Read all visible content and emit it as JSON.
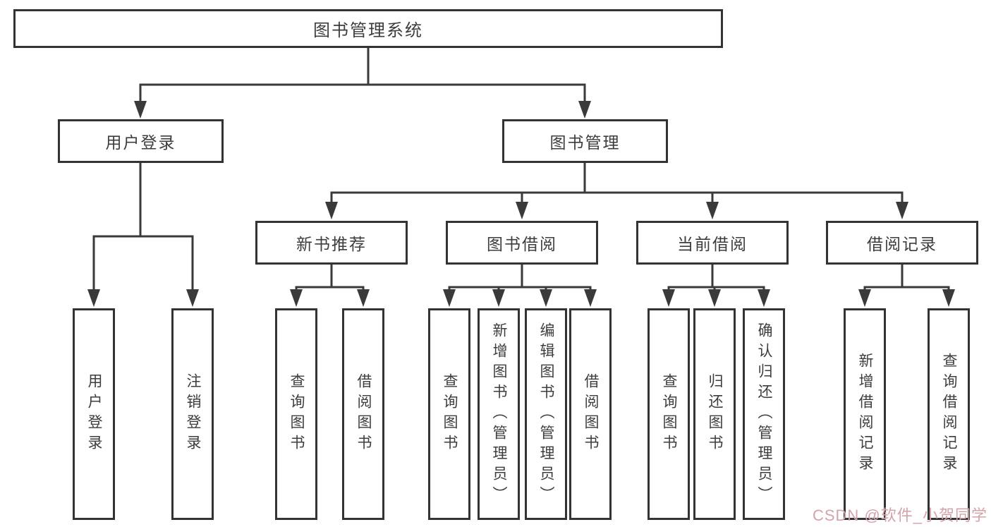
{
  "diagram": {
    "title": "图书管理系统",
    "type": "hierarchy-tree",
    "colors": {
      "border": "#333333",
      "line": "#3a3a3a",
      "text": "#3d3d3d",
      "background": "#ffffff",
      "watermark": "#d4a3a9"
    },
    "nodes": {
      "root": {
        "label": "图书管理系统"
      },
      "user_login": {
        "label": "用户登录"
      },
      "book_mgmt": {
        "label": "图书管理"
      },
      "new_book_rec": {
        "label": "新书推荐"
      },
      "book_borrow": {
        "label": "图书借阅"
      },
      "current_borrow": {
        "label": "当前借阅"
      },
      "borrow_records": {
        "label": "借阅记录"
      },
      "leaf_user_login": {
        "label": "用户登录"
      },
      "leaf_logout": {
        "label": "注销登录"
      },
      "leaf_query_book_rec": {
        "label": "查询图书"
      },
      "leaf_borrow_book_rec": {
        "label": "借阅图书"
      },
      "leaf_query_book_borrow": {
        "label": "查询图书"
      },
      "leaf_add_book": {
        "label": "新增图书（管理员）"
      },
      "leaf_edit_book": {
        "label": "编辑图书（管理员）"
      },
      "leaf_borrow_book_borrow": {
        "label": "借阅图书"
      },
      "leaf_query_book_current": {
        "label": "查询图书"
      },
      "leaf_return_book": {
        "label": "归还图书"
      },
      "leaf_confirm_return": {
        "label": "确认归还（管理员）"
      },
      "leaf_add_borrow_record": {
        "label": "新增借阅记录"
      },
      "leaf_query_borrow_record": {
        "label": "查询借阅记录"
      }
    },
    "hierarchy": {
      "图书管理系统": [
        "用户登录",
        "图书管理"
      ],
      "用户登录": [
        "用户登录",
        "注销登录"
      ],
      "图书管理": [
        "新书推荐",
        "图书借阅",
        "当前借阅",
        "借阅记录"
      ],
      "新书推荐": [
        "查询图书",
        "借阅图书"
      ],
      "图书借阅": [
        "查询图书",
        "新增图书（管理员）",
        "编辑图书（管理员）",
        "借阅图书"
      ],
      "当前借阅": [
        "查询图书",
        "归还图书",
        "确认归还（管理员）"
      ],
      "借阅记录": [
        "新增借阅记录",
        "查询借阅记录"
      ]
    },
    "watermark": "CSDN @软件_小贺同学"
  }
}
